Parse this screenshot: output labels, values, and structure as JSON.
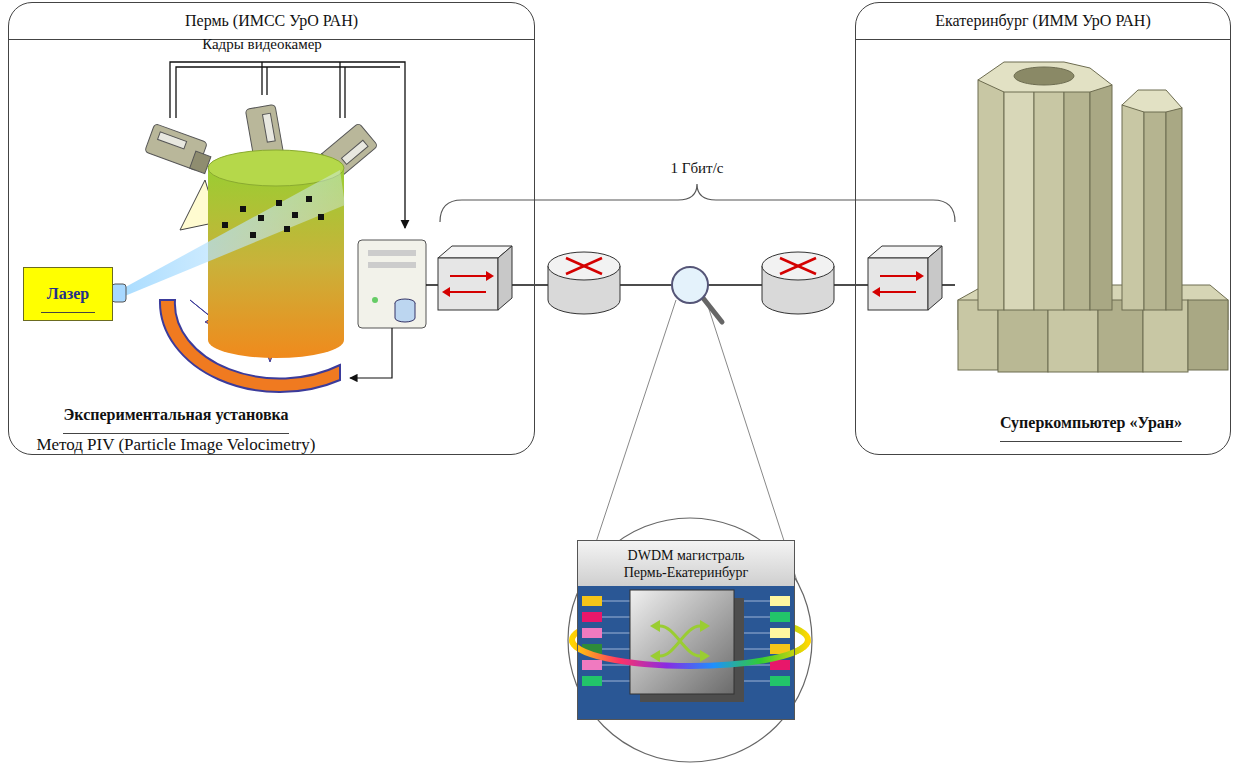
{
  "diagram": {
    "nodes": [
      {
        "text": [
          "Пермь (ИМСС УрО РАН)"
        ]
      },
      {
        "text": [
          "Лазер"
        ],
        "in": 0
      },
      {
        "text": [
          "Экспериментальная установка",
          "Метод PIV (Particle Image Velocimetry)"
        ],
        "in": 0
      },
      {
        "text": [
          "Екатеринбург (ИММ УрО РАН)"
        ]
      },
      {
        "text": [
          "Суперкомпьютер «Уран»"
        ],
        "in": 3
      },
      {
        "text": [
          "DWDM магистраль Пермь-Екатеринбург"
        ]
      }
    ],
    "labels": [
      "Кадры видеокамер",
      "1 Гбит/с"
    ]
  }
}
